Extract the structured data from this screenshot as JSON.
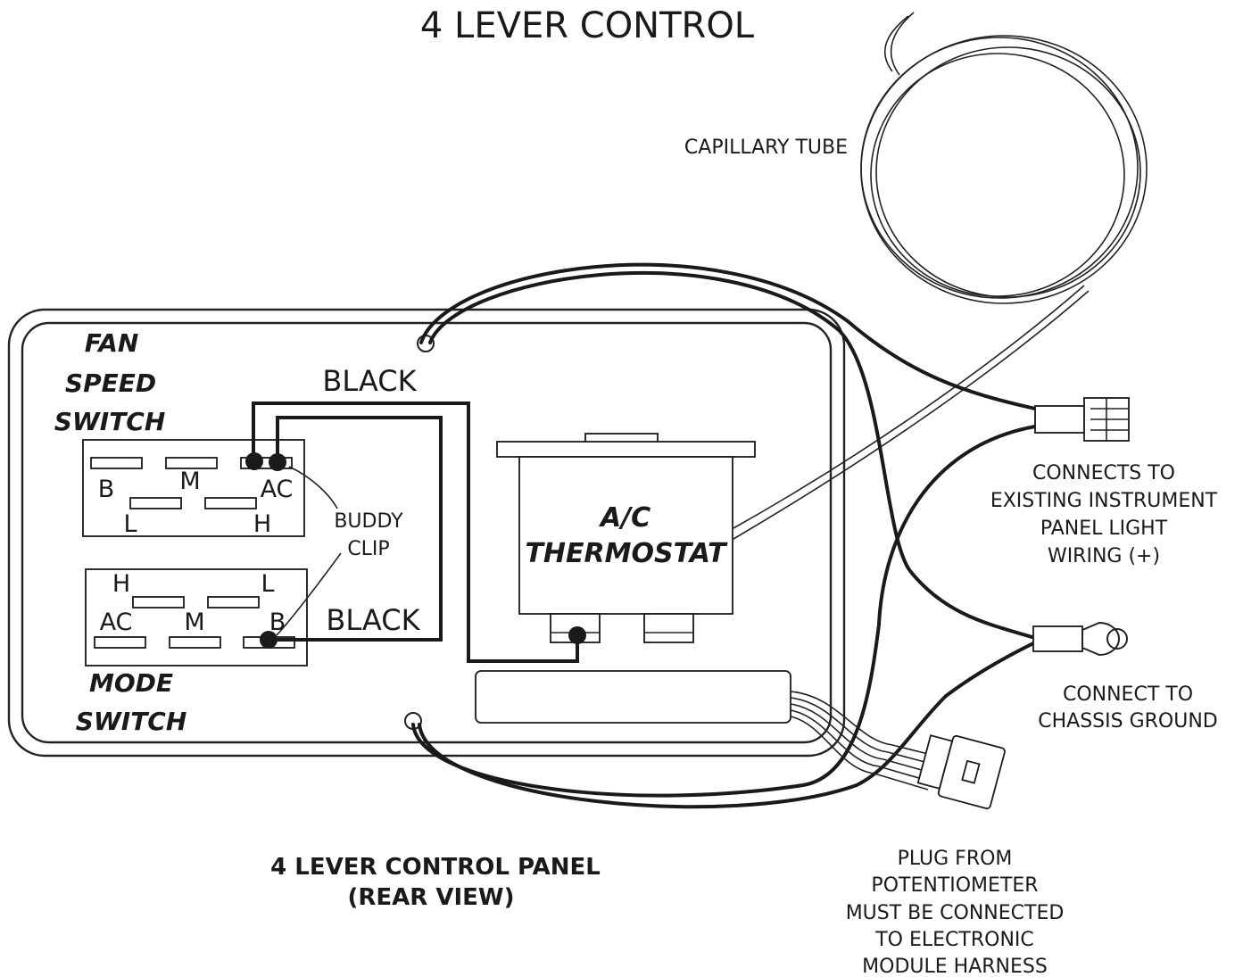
{
  "title": "4 LEVER CONTROL",
  "capillary_label": "CAPILLARY TUBE",
  "fan_switch": {
    "label_lines": [
      "FAN",
      "SPEED",
      "SWITCH"
    ],
    "terminals": [
      "B",
      "M",
      "AC",
      "L",
      "H"
    ]
  },
  "mode_switch": {
    "label_lines": [
      "MODE",
      "SWITCH"
    ],
    "terminals": [
      "H",
      "L",
      "AC",
      "M",
      "B"
    ]
  },
  "wire_labels": {
    "top": "BLACK",
    "bottom": "BLACK"
  },
  "buddy_clip": [
    "BUDDY",
    "CLIP"
  ],
  "thermostat": [
    "A/C",
    "THERMOSTAT"
  ],
  "connects_to": [
    "CONNECTS TO",
    "EXISTING INSTRUMENT",
    "PANEL LIGHT",
    "WIRING (+)"
  ],
  "connect_ground": [
    "CONNECT TO",
    "CHASSIS GROUND"
  ],
  "plug_note": [
    "PLUG FROM",
    "POTENTIOMETER",
    "MUST BE CONNECTED",
    "TO ELECTRONIC",
    "MODULE HARNESS"
  ],
  "panel_caption": [
    "4 LEVER CONTROL PANEL",
    "(REAR VIEW)"
  ]
}
